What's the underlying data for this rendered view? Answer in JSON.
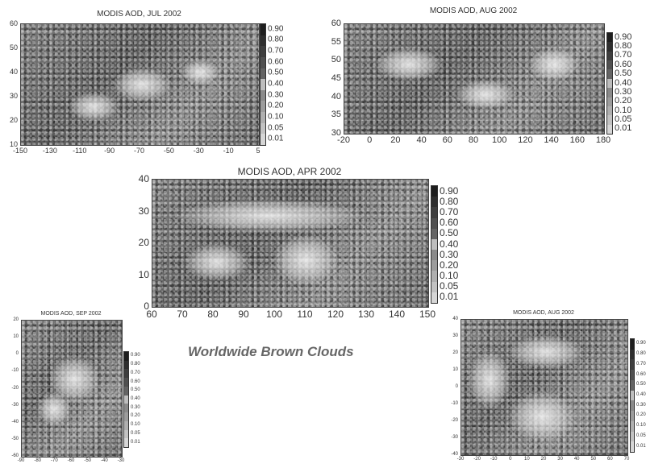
{
  "headline": "Worldwide Brown Clouds",
  "chart_data": [
    {
      "type": "heatmap",
      "title": "MODIS AOD, JUL 2002",
      "xlim": [
        -150,
        5
      ],
      "ylim": [
        10,
        60
      ],
      "x_ticks": [
        "-150",
        "-130",
        "-110",
        "-90",
        "-70",
        "-50",
        "-30",
        "-10",
        "5"
      ],
      "y_ticks": [
        "10",
        "20",
        "30",
        "40",
        "50",
        "60"
      ],
      "colorbar": [
        "0.90",
        "0.80",
        "0.70",
        "0.60",
        "0.50",
        "0.40",
        "0.30",
        "0.20",
        "0.10",
        "0.05",
        "0.01"
      ]
    },
    {
      "type": "heatmap",
      "title": "MODIS AOD, AUG 2002",
      "xlim": [
        -20,
        180
      ],
      "ylim": [
        30,
        60
      ],
      "x_ticks": [
        "-20",
        "0",
        "20",
        "40",
        "60",
        "80",
        "100",
        "120",
        "140",
        "160",
        "180"
      ],
      "y_ticks": [
        "30",
        "35",
        "40",
        "45",
        "50",
        "55",
        "60"
      ],
      "colorbar": [
        "0.90",
        "0.80",
        "0.70",
        "0.60",
        "0.50",
        "0.40",
        "0.30",
        "0.20",
        "0.10",
        "0.05",
        "0.01"
      ]
    },
    {
      "type": "heatmap",
      "title": "MODIS AOD, APR 2002",
      "xlim": [
        60,
        150
      ],
      "ylim": [
        0,
        40
      ],
      "x_ticks": [
        "60",
        "70",
        "80",
        "90",
        "100",
        "110",
        "120",
        "130",
        "140",
        "150"
      ],
      "y_ticks": [
        "0",
        "10",
        "20",
        "30",
        "40"
      ],
      "colorbar": [
        "0.90",
        "0.80",
        "0.70",
        "0.60",
        "0.50",
        "0.40",
        "0.30",
        "0.20",
        "0.10",
        "0.05",
        "0.01"
      ]
    },
    {
      "type": "heatmap",
      "title": "MODIS AOD, SEP 2002",
      "xlim": [
        -90,
        -30
      ],
      "ylim": [
        -60,
        20
      ],
      "x_ticks": [
        "-90",
        "-80",
        "-70",
        "-60",
        "-50",
        "-40",
        "-30"
      ],
      "y_ticks": [
        "-60",
        "-50",
        "-40",
        "-30",
        "-20",
        "-10",
        "0",
        "10",
        "20"
      ],
      "colorbar": [
        "0.90",
        "0.80",
        "0.70",
        "0.60",
        "0.50",
        "0.40",
        "0.30",
        "0.20",
        "0.10",
        "0.05",
        "0.01"
      ]
    },
    {
      "type": "heatmap",
      "title": "MODIS AOD, AUG 2002",
      "xlim": [
        -30,
        70
      ],
      "ylim": [
        -40,
        40
      ],
      "x_ticks": [
        "-30",
        "-20",
        "-10",
        "0",
        "10",
        "20",
        "30",
        "40",
        "50",
        "60",
        "70"
      ],
      "y_ticks": [
        "-40",
        "-30",
        "-20",
        "-10",
        "0",
        "10",
        "20",
        "30",
        "40"
      ],
      "colorbar": [
        "0.90",
        "0.80",
        "0.70",
        "0.60",
        "0.50",
        "0.40",
        "0.30",
        "0.20",
        "0.10",
        "0.05",
        "0.01"
      ]
    }
  ]
}
